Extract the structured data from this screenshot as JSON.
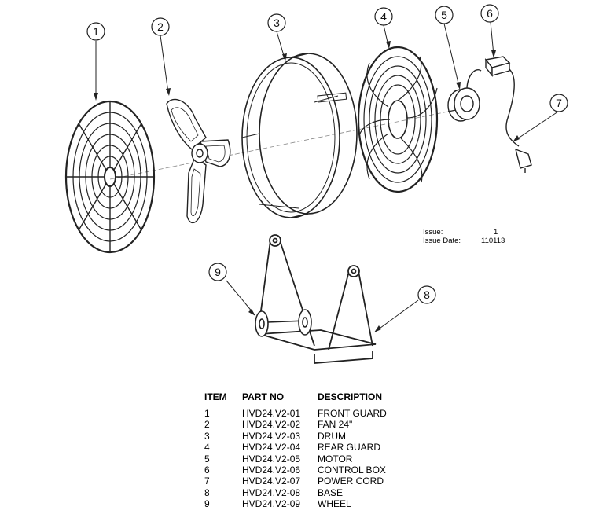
{
  "callouts": [
    "1",
    "2",
    "3",
    "4",
    "5",
    "6",
    "7",
    "8",
    "9"
  ],
  "issue": {
    "issue_label": "Issue:",
    "issue_value": "1",
    "date_label": "Issue Date:",
    "date_value": "110113"
  },
  "parts_table": {
    "headers": [
      "ITEM",
      "PART NO",
      "DESCRIPTION"
    ],
    "rows": [
      {
        "item": "1",
        "part_no": "HVD24.V2-01",
        "description": "FRONT GUARD"
      },
      {
        "item": "2",
        "part_no": "HVD24.V2-02",
        "description": "FAN 24\""
      },
      {
        "item": "3",
        "part_no": "HVD24.V2-03",
        "description": "DRUM"
      },
      {
        "item": "4",
        "part_no": "HVD24.V2-04",
        "description": "REAR GUARD"
      },
      {
        "item": "5",
        "part_no": "HVD24.V2-05",
        "description": "MOTOR"
      },
      {
        "item": "6",
        "part_no": "HVD24.V2-06",
        "description": "CONTROL BOX"
      },
      {
        "item": "7",
        "part_no": "HVD24.V2-07",
        "description": "POWER CORD"
      },
      {
        "item": "8",
        "part_no": "HVD24.V2-08",
        "description": "BASE"
      },
      {
        "item": "9",
        "part_no": "HVD24.V2-09",
        "description": "WHEEL"
      }
    ]
  }
}
